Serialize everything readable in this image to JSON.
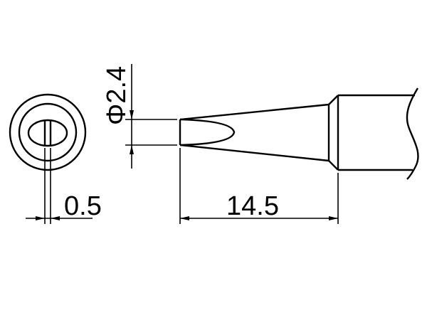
{
  "drawing": {
    "subject": "soldering tip (chisel/screwdriver type)",
    "views": [
      "end-view",
      "side-view"
    ],
    "dimensions": {
      "diameter": {
        "label": "Φ2.4",
        "symbol": "Φ",
        "value": "2.4"
      },
      "slot_width": {
        "label": "0.5",
        "value": "0.5"
      },
      "tip_length": {
        "label": "14.5",
        "value": "14.5"
      }
    },
    "colors": {
      "line": "#000000",
      "background": "#ffffff"
    }
  }
}
